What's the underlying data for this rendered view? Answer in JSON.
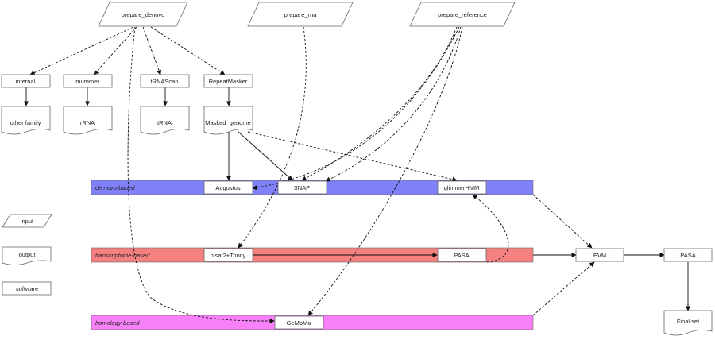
{
  "inputs": {
    "prepare_denovo": "prepare_denovo",
    "prepare_rna": "prepare_rna",
    "prepare_reference": "prepare_reference"
  },
  "software": {
    "infernal": "infernal",
    "mummer": "mummer",
    "trnascan": "tRNAScan",
    "repeatmasker": "RepeatMasker",
    "augustus": "Augustus",
    "snap": "SNAP",
    "glimmerhmm": "glimmerHMM",
    "hisat2_trinity": "hisat2+Trinity",
    "pasa1": "PASA",
    "evm": "EVM",
    "pasa2": "PASA",
    "gemoma": "GeMoMa"
  },
  "outputs": {
    "other_family": "other family",
    "rrna": "rRNA",
    "trna": "tRNA",
    "masked_genome": "Masked_genome",
    "final_set": "Final set"
  },
  "lanes": {
    "denovo": "de novo-based",
    "transcriptome": "transcriptome-based",
    "homology": "homology-based"
  },
  "legend": {
    "input": "input",
    "output": "output",
    "software": "software"
  },
  "colors": {
    "denovo_lane": "#8080f8",
    "transcriptome_lane": "#f48080",
    "homology_lane": "#f880f8",
    "box_stroke": "#666666",
    "edge": "#111111"
  }
}
